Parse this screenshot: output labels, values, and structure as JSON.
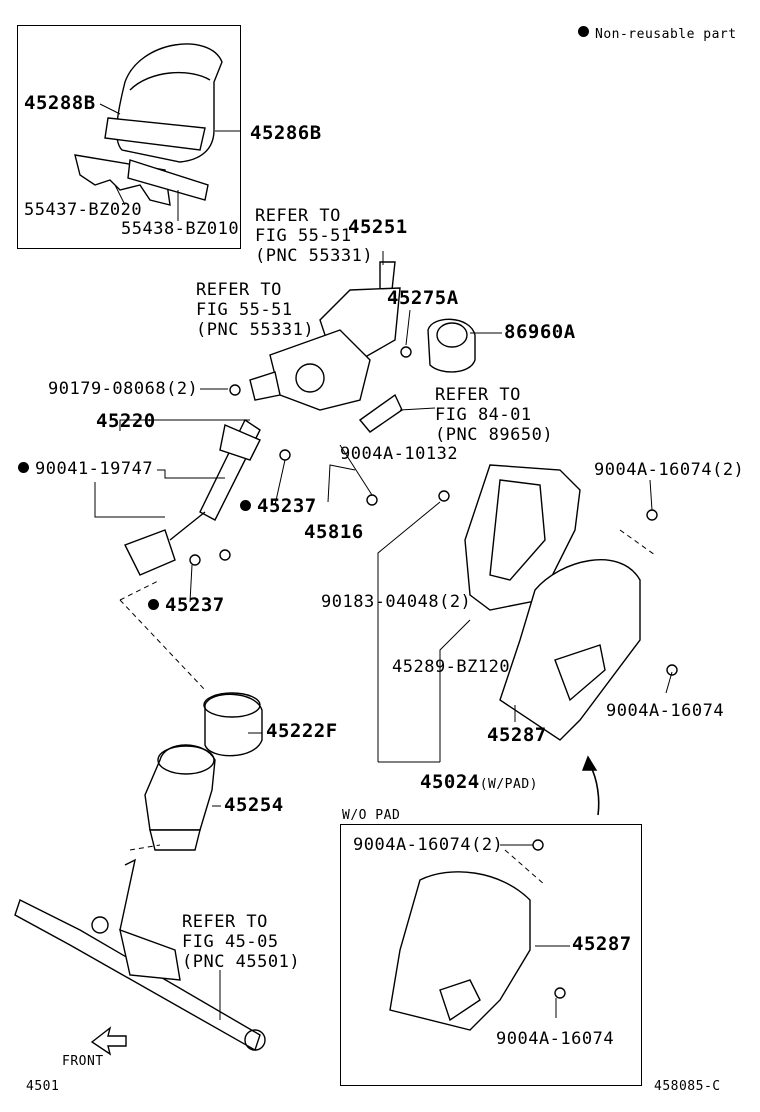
{
  "legend": {
    "text": "Non-reusable part"
  },
  "parts": {
    "p45288B": "45288B",
    "p45286B": "45286B",
    "p55437": "55437-BZ020",
    "p55438": "55438-BZ010",
    "p45251": "45251",
    "p45275A": "45275A",
    "p86960A": "86960A",
    "p90179": "90179-08068(2)",
    "p45220": "45220",
    "p90041": "90041-19747",
    "p45237a": "45237",
    "p45237b": "45237",
    "p9004A_10132": "9004A-10132",
    "p45816": "45816",
    "p9004A_16074_2a": "9004A-16074(2)",
    "p90183": "90183-04048(2)",
    "p45289": "45289-BZ120",
    "p9004A_16074a": "9004A-16074",
    "p45287a": "45287",
    "p45024": "45024",
    "p45024_note": "(W/PAD)",
    "p45222F": "45222F",
    "p45254": "45254",
    "p9004A_16074_2b": "9004A-16074(2)",
    "p45287b": "45287",
    "p9004A_16074b": "9004A-16074"
  },
  "refs": {
    "ref1": [
      "REFER TO",
      "FIG 55-51",
      "(PNC 55331)"
    ],
    "ref2": [
      "REFER TO",
      "FIG 55-51",
      "(PNC 55331)"
    ],
    "ref3": [
      "REFER TO",
      "FIG 84-01",
      "(PNC 89650)"
    ],
    "ref4": [
      "REFER TO",
      "FIG 45-05",
      "(PNC 45501)"
    ]
  },
  "inset": {
    "title": "W/O PAD"
  },
  "front_label": "FRONT",
  "footer": {
    "left": "4501",
    "right": "458085-C"
  }
}
